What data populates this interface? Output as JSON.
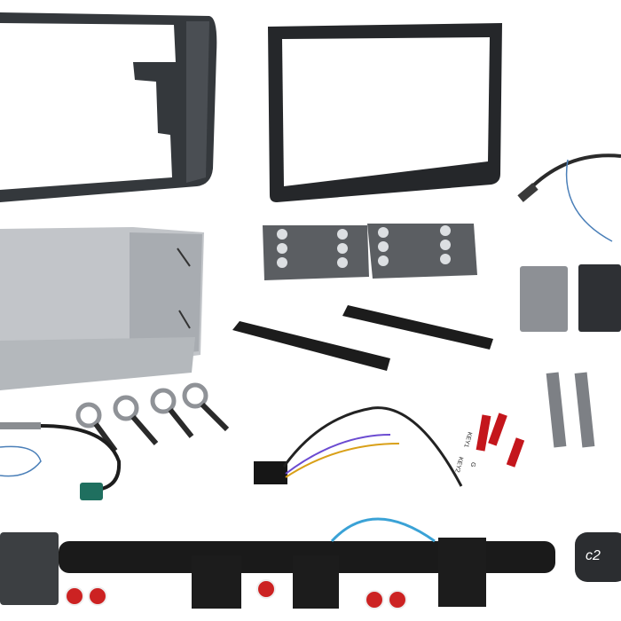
{
  "image": {
    "kind": "product-photo",
    "subject": "Car stereo double-DIN fitting kit components",
    "background": "#ffffff"
  },
  "components": [
    {
      "id": "fascia-panel-left",
      "description": "Dark grey double-DIN fascia surround (left, angled)",
      "color": "#2e3135"
    },
    {
      "id": "fascia-panel-center",
      "description": "Black rectangular double-DIN fascia frame",
      "color": "#26282b"
    },
    {
      "id": "antenna-adapter-top",
      "description": "Aerial adapter lead with blue wire",
      "color": "#2a2a2a"
    },
    {
      "id": "mounting-cage",
      "description": "Galvanised metal double-DIN cage",
      "color": "#b9bcc0"
    },
    {
      "id": "side-brackets",
      "description": "Pair of perforated metal side brackets",
      "color": "#55585c"
    },
    {
      "id": "foam-strips",
      "description": "Two black felt/foam strips",
      "color": "#1c1c1c"
    },
    {
      "id": "spring-clips",
      "description": "Pair of metal spring clips",
      "color": "#8a8d91"
    },
    {
      "id": "release-keys-flat",
      "description": "Two flat release keys",
      "color": "#7d8085"
    },
    {
      "id": "release-keys-round",
      "description": "Four round-head release keys",
      "color": "#9a9da2"
    },
    {
      "id": "antenna-adapter-bottom",
      "description": "Fakra antenna adapter with green connector",
      "color": "#1f6f5f"
    },
    {
      "id": "steering-control-harness",
      "description": "Wiring loom with multi-pin plug",
      "color": "#222222"
    },
    {
      "id": "key-leads",
      "description": "Red bullet connector leads",
      "color": "#c4161c"
    },
    {
      "id": "main-harness",
      "description": "ISO wiring harness with RCA connectors",
      "color": "#1a1a1a"
    },
    {
      "id": "interface-module",
      "description": "Steering interface box with brand logo",
      "color": "#2b2d30"
    },
    {
      "id": "control-box-left",
      "description": "Grey interface module, bottom-left",
      "color": "#3c3f42"
    }
  ],
  "labels": {
    "key1": "KEY1",
    "key2": "KEY2",
    "ground": "G",
    "brand_logo": "c2"
  }
}
